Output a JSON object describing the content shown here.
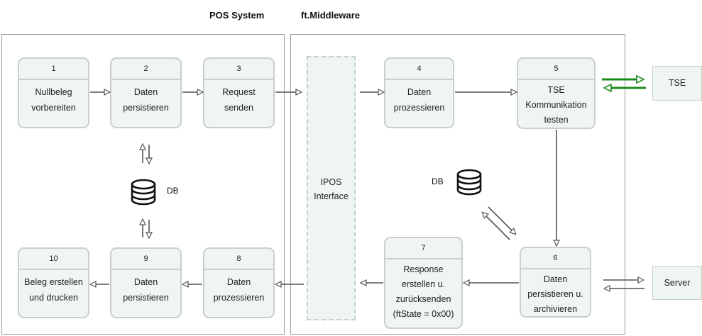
{
  "titles": {
    "pos": "POS System",
    "middleware": "ft.Middleware"
  },
  "steps": [
    {
      "num": "1",
      "label": [
        "Nullbeleg",
        "vorbereiten"
      ]
    },
    {
      "num": "2",
      "label": [
        "Daten",
        "persistieren"
      ]
    },
    {
      "num": "3",
      "label": [
        "Request",
        "senden"
      ]
    },
    {
      "num": "4",
      "label": [
        "Daten",
        "prozessieren"
      ]
    },
    {
      "num": "5",
      "label": [
        "TSE",
        "Kommunikation",
        "testen"
      ]
    },
    {
      "num": "6",
      "label": [
        "Daten",
        "persistieren u.",
        "archivieren"
      ]
    },
    {
      "num": "7",
      "label": [
        "Response",
        "erstellen u.",
        "zurücksenden",
        "(ftState = 0x00)"
      ]
    },
    {
      "num": "8",
      "label": [
        "Daten",
        "prozessieren"
      ]
    },
    {
      "num": "9",
      "label": [
        "Daten",
        "persistieren"
      ]
    },
    {
      "num": "10",
      "label": [
        "Beleg erstellen",
        "und drucken"
      ]
    }
  ],
  "interface": {
    "line1": "IPOS",
    "line2": "Interface"
  },
  "external": {
    "tse": "TSE",
    "server": "Server"
  },
  "db": {
    "pos_label": "DB",
    "middleware_label": "DB"
  },
  "colors": {
    "box_fill": "#eef5f3",
    "box_border": "#c9cfcd",
    "arrow": "#555555",
    "tse_arrow": "#1e8a1e"
  }
}
